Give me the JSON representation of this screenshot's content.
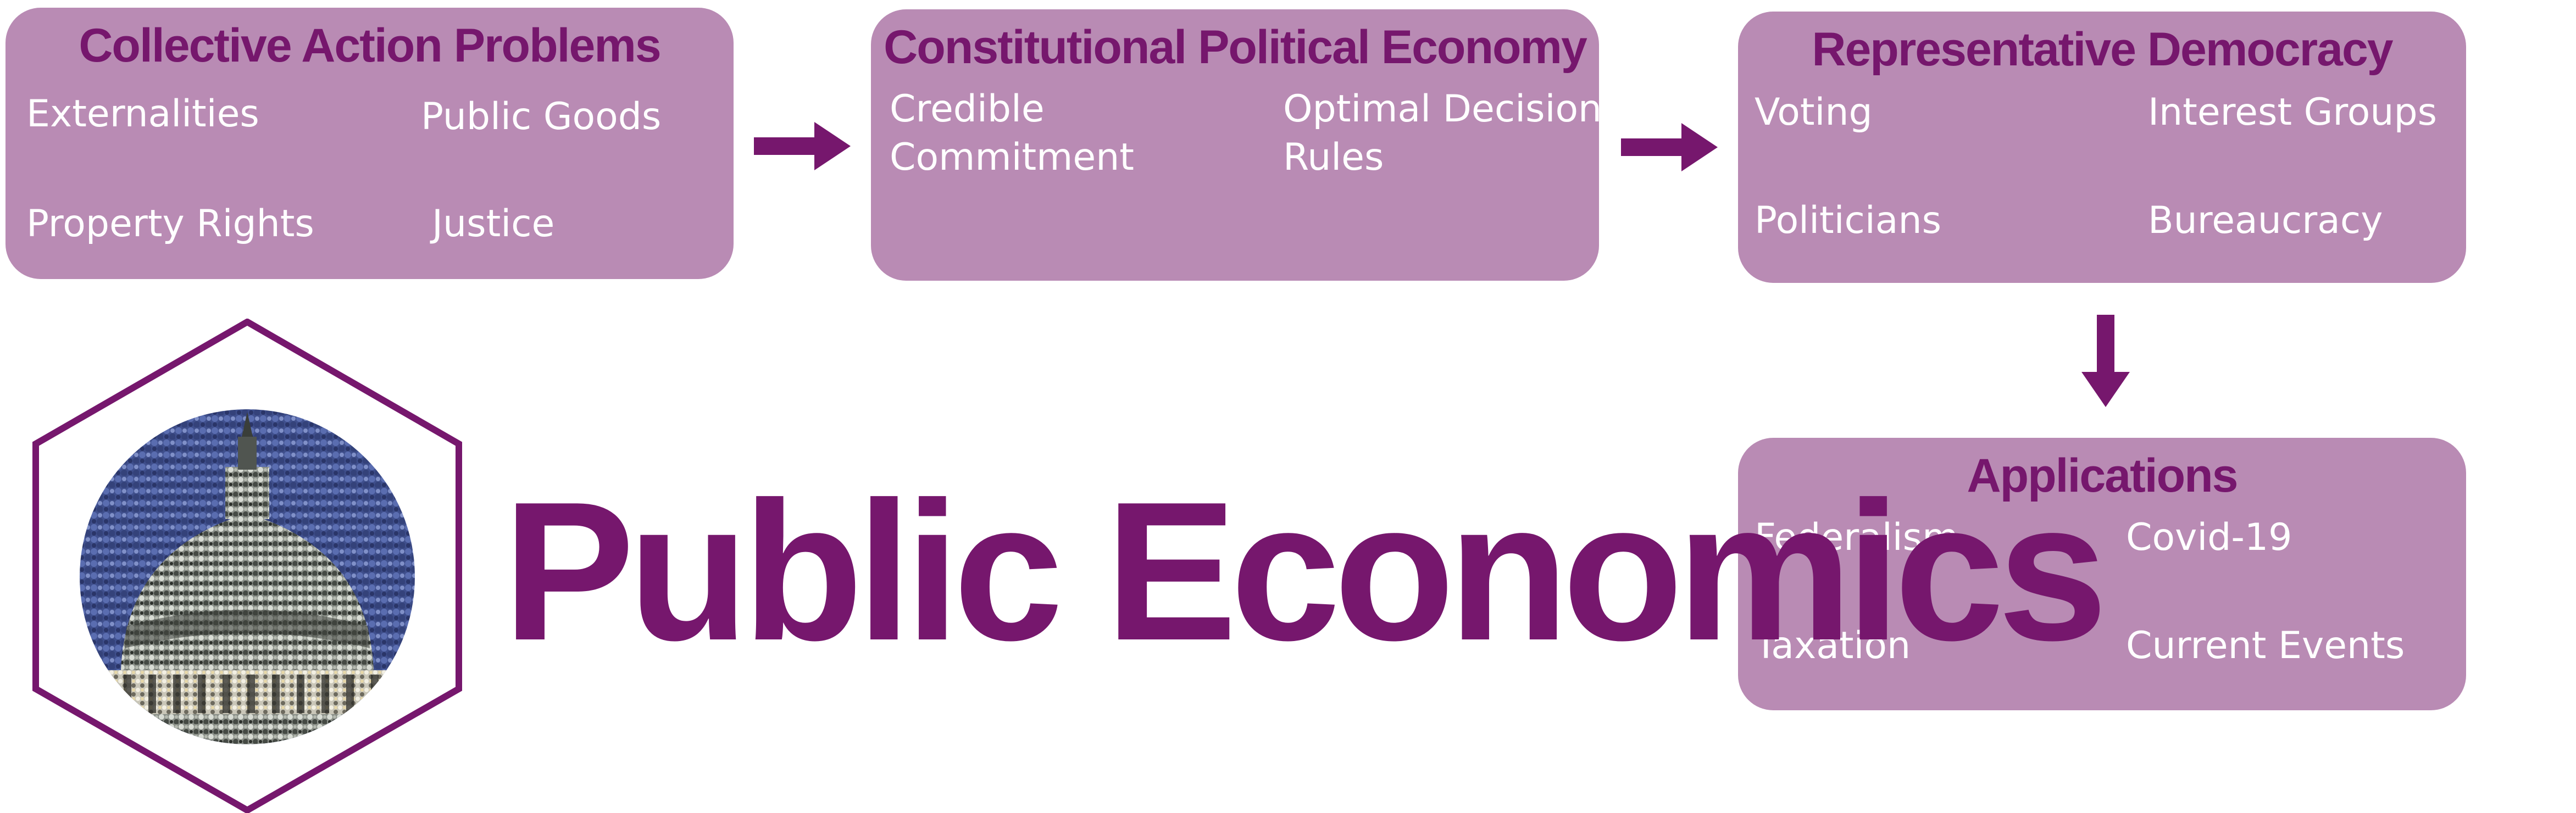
{
  "colors": {
    "box_fill": "#b98bb4",
    "accent_purple": "#76176d",
    "box_text": "#ffffff"
  },
  "boxes": {
    "collective": {
      "title": "Collective Action Problems",
      "items": [
        "Externalities",
        "Public Goods",
        "Property Rights",
        "Justice"
      ]
    },
    "constitutional": {
      "title": "Constitutional Political Economy",
      "items": [
        "Credible",
        "Commitment",
        "Optimal Decision",
        "Rules"
      ]
    },
    "representative": {
      "title": "Representative Democracy",
      "items": [
        "Voting",
        "Interest Groups",
        "Politicians",
        "Bureaucracy"
      ]
    },
    "applications": {
      "title": "Applications",
      "items": [
        "Federalism",
        "Covid-19",
        "Taxation",
        "Current Events"
      ]
    }
  },
  "main_title": "Public Economics",
  "icons": {
    "logo": "capitol-dome-hexagon-logo",
    "arrow": "arrow-right-icon",
    "arrow_down": "arrow-down-icon"
  }
}
